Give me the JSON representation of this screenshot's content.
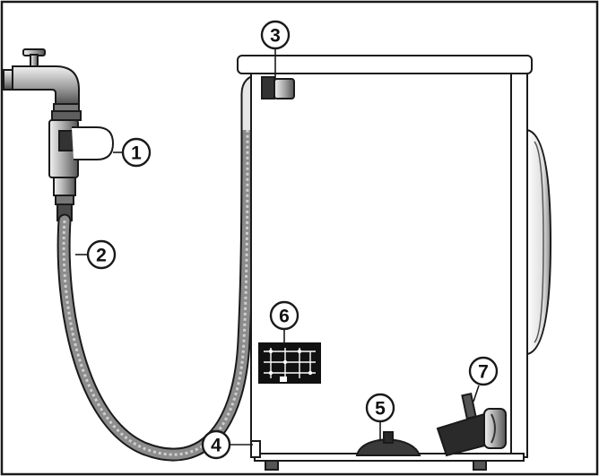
{
  "callouts": [
    {
      "id": "1",
      "label": "1"
    },
    {
      "id": "2",
      "label": "2"
    },
    {
      "id": "3",
      "label": "3"
    },
    {
      "id": "4",
      "label": "4"
    },
    {
      "id": "5",
      "label": "5"
    },
    {
      "id": "6",
      "label": "6"
    },
    {
      "id": "7",
      "label": "7"
    }
  ],
  "colors": {
    "background": "#ffffff",
    "outline": "#1a1a1a",
    "metal_light": "#d9d9d9",
    "metal_mid": "#9a9a9a",
    "metal_dark": "#4a4a4a",
    "hose": "#8c8c8c"
  }
}
